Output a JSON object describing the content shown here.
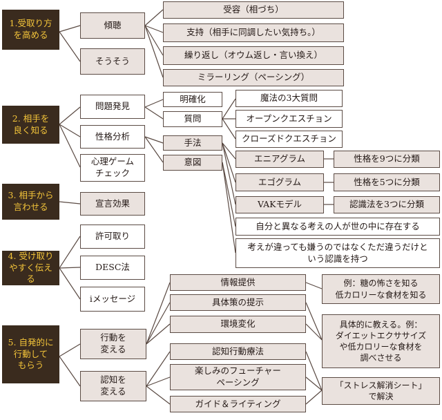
{
  "categories": [
    {
      "id": "c1",
      "label": "1.受取り方\nを高める"
    },
    {
      "id": "c2",
      "label": "2. 相手を\n良く知る"
    },
    {
      "id": "c3",
      "label": "3. 相手から\n言わせる"
    },
    {
      "id": "c4",
      "label": "4. 受け取り\nやすく伝える"
    },
    {
      "id": "c5",
      "label": "5. 自発的に\n行動して\nもらう"
    }
  ],
  "section1": {
    "keicho": "傾聴",
    "sousou": "そうそう",
    "items": [
      "受容（相づち）",
      "支持（相手に同調したい気持ち。）",
      "繰り返し（オウム返し・言い換え）",
      "ミラーリング（ペーシング）"
    ]
  },
  "section2": {
    "mondai": "問題発見",
    "seikaku": "性格分析",
    "shinri": "心理ゲーム\nチェック",
    "meikaku": "明確化",
    "shitsumon": "質問",
    "shuhou": "手法",
    "ito": "意図",
    "questions": [
      "魔法の3大質問",
      "オープンクエスチョン",
      "クローズドクエスチョン"
    ],
    "methods": [
      {
        "name": "エニアグラム",
        "desc": "性格を9つに分類"
      },
      {
        "name": "エゴグラム",
        "desc": "性格を5つに分類"
      },
      {
        "name": "VAKモデル",
        "desc": "認識法を3つに分類"
      }
    ],
    "intents": [
      "自分と異なる考えの人が世の中に存在する",
      "考えが違っても嫌うのではなくただ違うだけと\nいう認識を持つ"
    ]
  },
  "section3": {
    "item": "宣言効果"
  },
  "section4": {
    "items": [
      "許可取り",
      "DESC法",
      "iメッセージ"
    ]
  },
  "section5": {
    "koudou": "行動を\n変える",
    "ninchi": "認知を\n変える",
    "koudou_items": [
      "情報提供",
      "具体策の提示",
      "環境変化"
    ],
    "ninchi_items": [
      "認知行動療法",
      "楽しみのフューチャー\nペーシング",
      "ガイド＆ライティング"
    ],
    "details": [
      "例：糖の怖さを知る\n低カロリーな食材を知る",
      "具体的に教える。例：\nダイエットエクササイズ\nや低カロリーな食材を\n調べさせる",
      "「ストレス解消シート」\nで解決"
    ]
  },
  "colors": {
    "dark": "#3a2b1e",
    "gold": "#f4c53a",
    "tan": "#eae2de",
    "line": "#5a4a43"
  }
}
